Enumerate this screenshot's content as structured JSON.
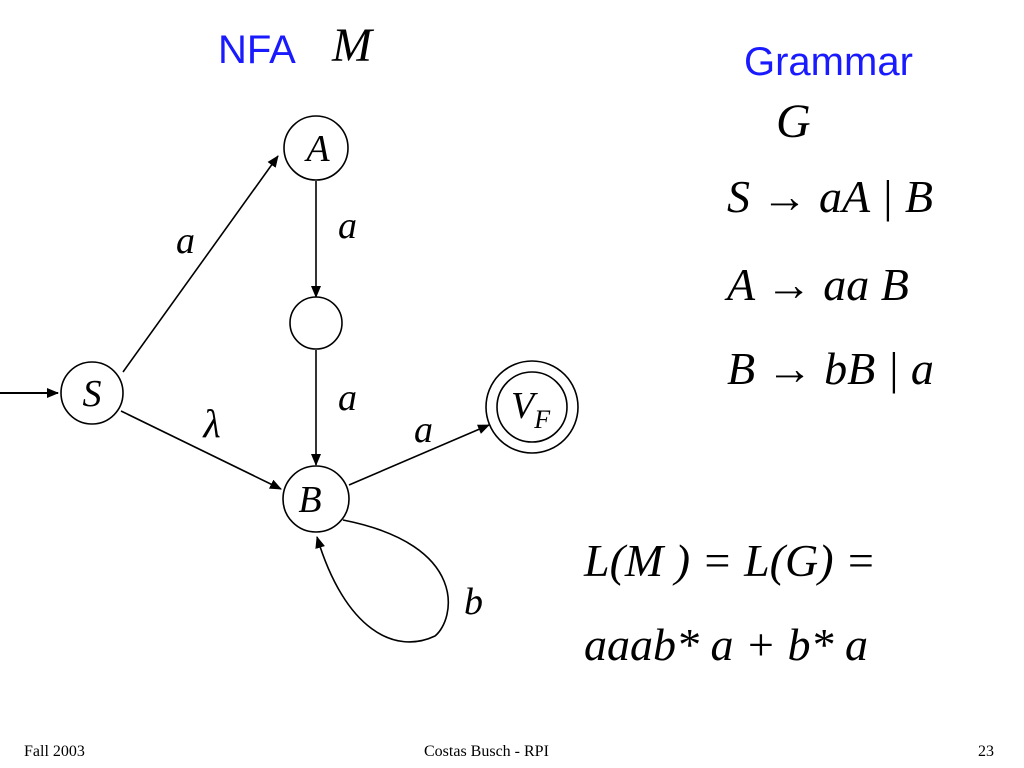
{
  "title": {
    "nfa": "NFA",
    "nfa_symbol": "M",
    "grammar": "Grammar",
    "grammar_symbol": "G"
  },
  "nfa": {
    "states": [
      {
        "id": "S",
        "label": "S",
        "initial": true,
        "final": false
      },
      {
        "id": "A",
        "label": "A",
        "initial": false,
        "final": false
      },
      {
        "id": "mid",
        "label": "",
        "initial": false,
        "final": false
      },
      {
        "id": "B",
        "label": "B",
        "initial": false,
        "final": false
      },
      {
        "id": "VF",
        "label": "V",
        "subscript": "F",
        "initial": false,
        "final": true
      }
    ],
    "transitions": [
      {
        "from": "S",
        "to": "A",
        "label": "a"
      },
      {
        "from": "A",
        "to": "mid",
        "label": "a"
      },
      {
        "from": "mid",
        "to": "B",
        "label": "a"
      },
      {
        "from": "S",
        "to": "B",
        "label": "λ"
      },
      {
        "from": "B",
        "to": "VF",
        "label": "a"
      },
      {
        "from": "B",
        "to": "B",
        "label": "b"
      }
    ]
  },
  "grammar": {
    "rules": [
      "S → aA | B",
      "A → aa B",
      "B → bB | a"
    ]
  },
  "language": {
    "line1": "L(M ) = L(G) =",
    "line2": "aaab* a + b* a"
  },
  "footer": {
    "left": "Fall 2003",
    "center": "Costas Busch - RPI",
    "right": "23"
  }
}
